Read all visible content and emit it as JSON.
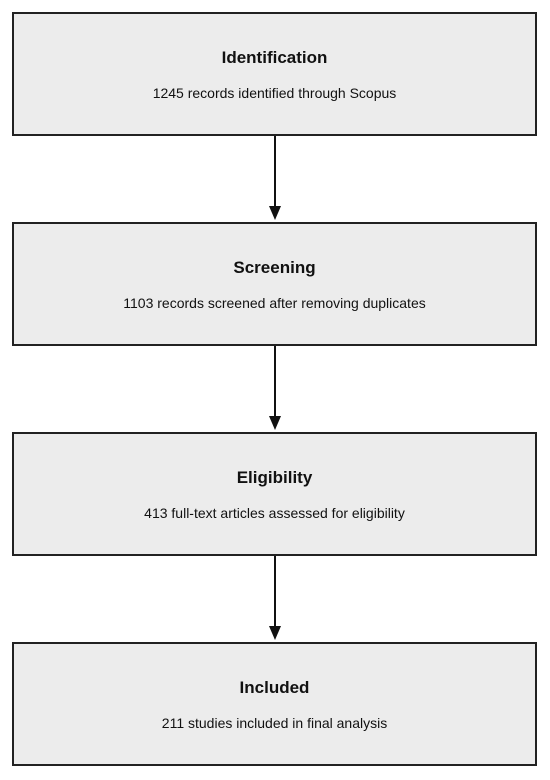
{
  "stages": [
    {
      "title": "Identification",
      "text": "1245 records identified through Scopus"
    },
    {
      "title": "Screening",
      "text": "1103 records screened after removing duplicates"
    },
    {
      "title": "Eligibility",
      "text": "413 full-text articles assessed for eligibility"
    },
    {
      "title": "Included",
      "text": "211 studies included in final analysis"
    }
  ],
  "colors": {
    "box_fill": "#ececec",
    "box_border": "#222222",
    "arrow": "#111111"
  }
}
